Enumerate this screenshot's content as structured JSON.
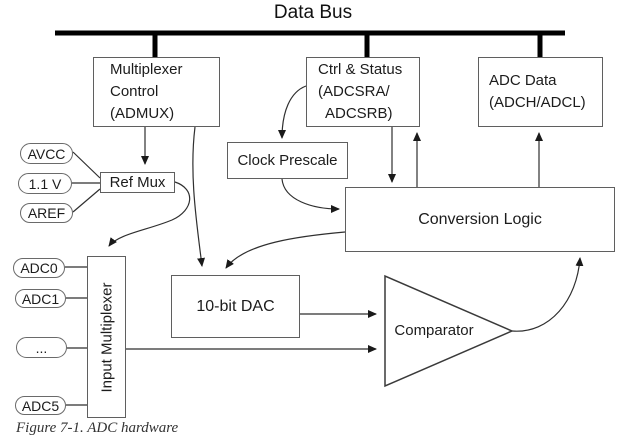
{
  "title": "Data Bus",
  "caption": "Figure 7-1. ADC hardware",
  "registers": {
    "admux": {
      "lines": [
        "Multiplexer",
        "Control",
        "(ADMUX)"
      ]
    },
    "ctrl_status": {
      "lines": [
        "Ctrl & Status",
        "(ADCSRA/",
        "ADCSRB)"
      ]
    },
    "adc_data": {
      "lines": [
        "ADC Data",
        "(ADCH/ADCL)"
      ]
    }
  },
  "blocks": {
    "clock_prescale": "Clock Prescale",
    "ref_mux": "Ref Mux",
    "conversion_logic": "Conversion Logic",
    "dac": "10-bit DAC",
    "input_multiplexer": "Input Multiplexer",
    "comparator": "Comparator"
  },
  "inputs": {
    "references": [
      "AVCC",
      "1.1 V",
      "AREF"
    ],
    "channels": [
      "ADC0",
      "ADC1",
      "...",
      "ADC5"
    ]
  },
  "colors": {
    "background": "#ffffff",
    "bus": "#000000",
    "box_border": "#5f5f5f",
    "wire": "#2f2f2f",
    "text": "#1c1c1c"
  }
}
